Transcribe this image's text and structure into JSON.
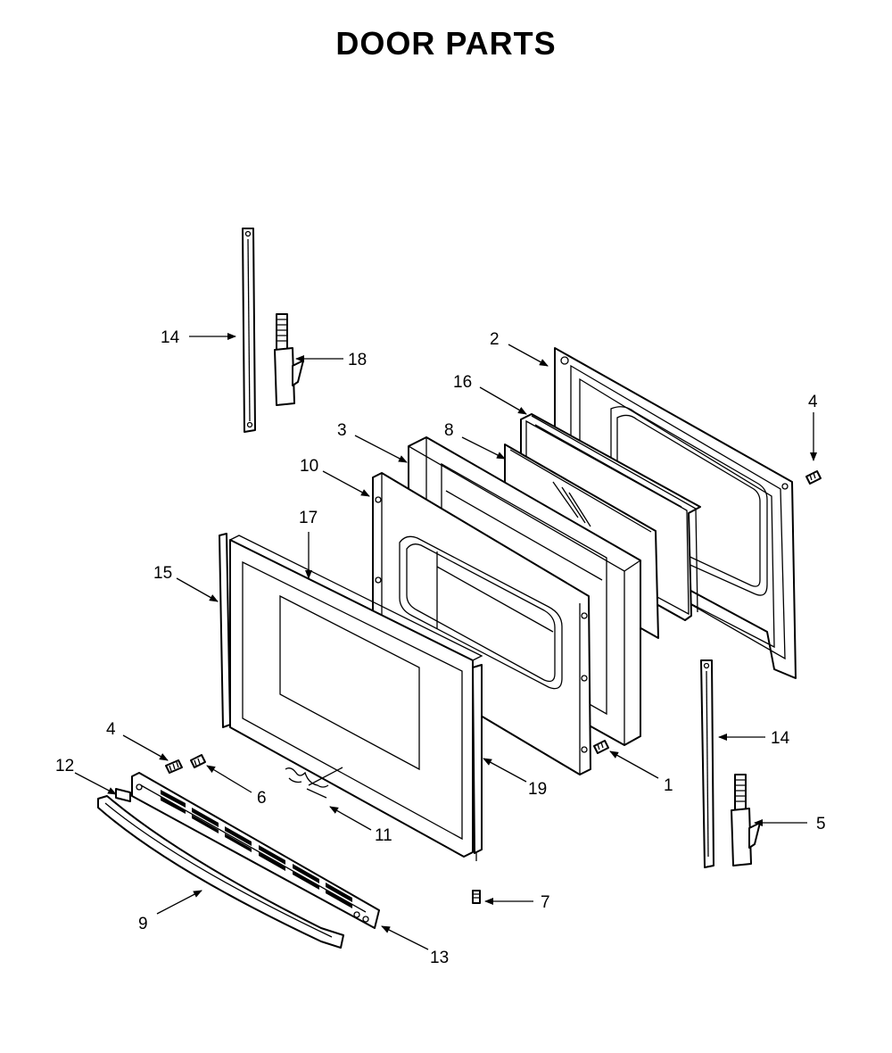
{
  "title": "DOOR PARTS",
  "callouts": [
    {
      "id": "c14a",
      "text": "14"
    },
    {
      "id": "c18",
      "text": "18"
    },
    {
      "id": "c2",
      "text": "2"
    },
    {
      "id": "c16",
      "text": "16"
    },
    {
      "id": "c4a",
      "text": "4"
    },
    {
      "id": "c3",
      "text": "3"
    },
    {
      "id": "c8",
      "text": "8"
    },
    {
      "id": "c10",
      "text": "10"
    },
    {
      "id": "c17",
      "text": "17"
    },
    {
      "id": "c15",
      "text": "15"
    },
    {
      "id": "c14b",
      "text": "14"
    },
    {
      "id": "c4b",
      "text": "4"
    },
    {
      "id": "c12",
      "text": "12"
    },
    {
      "id": "c6",
      "text": "6"
    },
    {
      "id": "c19",
      "text": "19"
    },
    {
      "id": "c1",
      "text": "1"
    },
    {
      "id": "c5",
      "text": "5"
    },
    {
      "id": "c11",
      "text": "11"
    },
    {
      "id": "c7",
      "text": "7"
    },
    {
      "id": "c9",
      "text": "9"
    },
    {
      "id": "c13",
      "text": "13"
    }
  ]
}
